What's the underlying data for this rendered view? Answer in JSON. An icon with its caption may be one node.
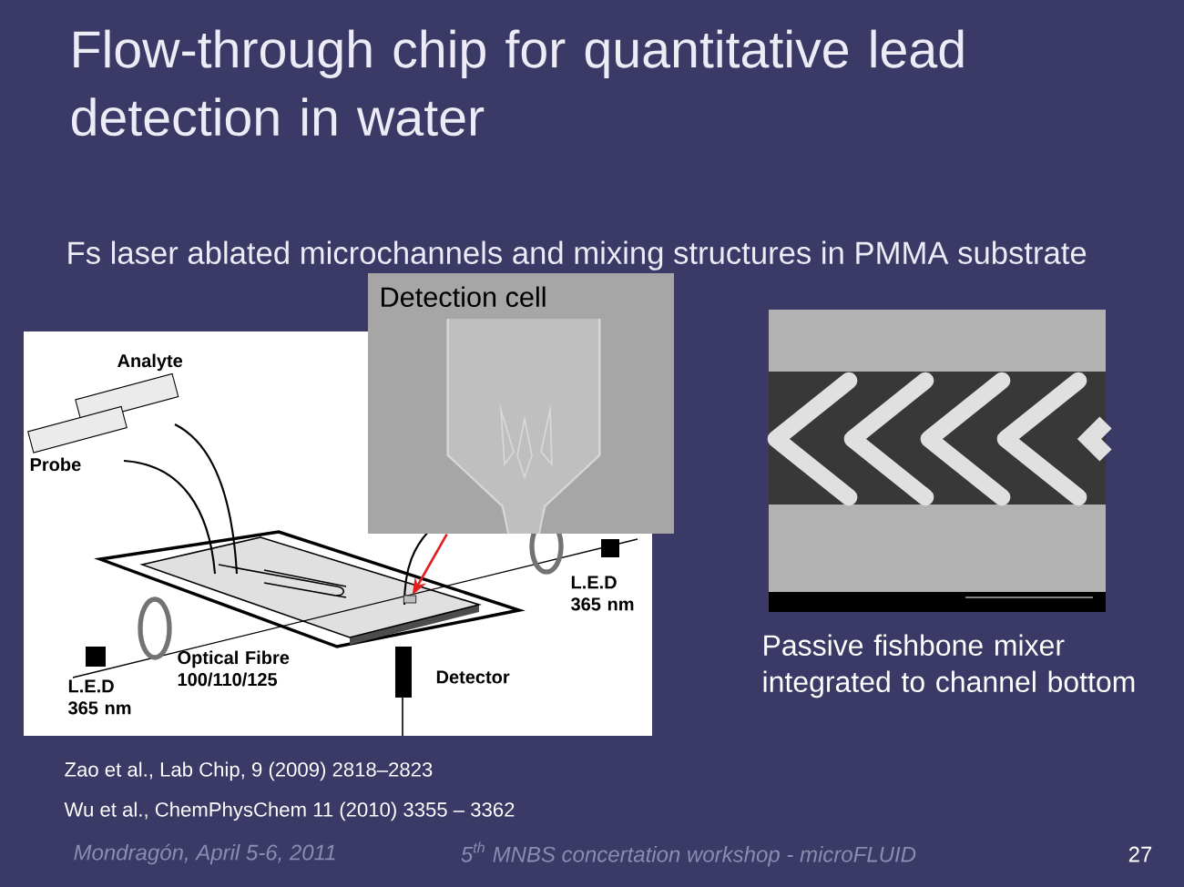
{
  "diagram": {
    "title": "Flow-through chip for quantitative lead detection in water",
    "nodes": [
      {
        "text": [
          "Detection cell"
        ]
      },
      {
        "text": [],
        "shape": "box"
      }
    ],
    "edges": [
      {
        "from": 0,
        "to": 1,
        "arrow": "to",
        "color": "#e02020"
      }
    ],
    "labels": [
      "Fs laser ablated microchannels and mixing structures in PMMA substrate",
      "Analyte",
      "Probe",
      "L.E.D 365 nm",
      "Optical Fibre 100/110/125",
      "L.E.D 365 nm",
      "Detector",
      "Passive fishbone mixer integrated to channel bottom",
      "Zao et al., Lab Chip, 9 (2009) 2818–2823",
      "Wu et al., ChemPhysChem 11 (2010) 3355 – 3362",
      "Mondragón, April 5-6, 2011",
      "5$^{th}$ MNBS concertation workshop - microFLUID",
      "27"
    ]
  }
}
